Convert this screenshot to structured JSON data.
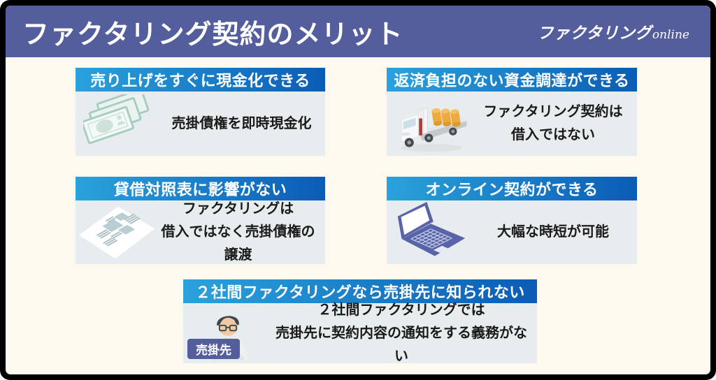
{
  "header": {
    "title": "ファクタリング契約のメリット",
    "logo_main": "ファクタリング",
    "logo_suffix": "online"
  },
  "cards": [
    {
      "header": "売り上げをすぐに現金化できる",
      "icon": "banknotes-icon",
      "lines": [
        "売掛債権を即時現金化"
      ]
    },
    {
      "header": "返済負担のない資金調達ができる",
      "icon": "cargo-truck-icon",
      "lines": [
        "ファクタリング契約は",
        "借入ではない"
      ]
    },
    {
      "header": "貸借対照表に影響がない",
      "icon": "balance-sheet-document-icon",
      "lines": [
        "ファクタリングは",
        "借入ではなく売掛債権の譲渡"
      ]
    },
    {
      "header": "オンライン契約ができる",
      "icon": "laptop-icon",
      "lines": [
        "大幅な時短が可能"
      ]
    },
    {
      "header": "２社間ファクタリングなら売掛先に知られない",
      "icon": "client-person-icon",
      "icon_label": "売掛先",
      "lines": [
        "２社間ファクタリングでは",
        "売掛先に契約内容の通知をする義務がない"
      ]
    }
  ],
  "colors": {
    "frame_border": "#000000",
    "background": "#fdf9ef",
    "banner": "#545e9d",
    "card_header_gradient_start": "#2aa2dc",
    "card_header_gradient_end": "#0b5cb4",
    "card_body": "#e7edee",
    "text": "#1a1a1a",
    "client_label_bg": "#545e9d",
    "banknote_green": "#a6ccbe",
    "barrel_orange": "#f0a73d",
    "laptop_purple": "#5863a8",
    "tie_orange": "#e8721e"
  }
}
